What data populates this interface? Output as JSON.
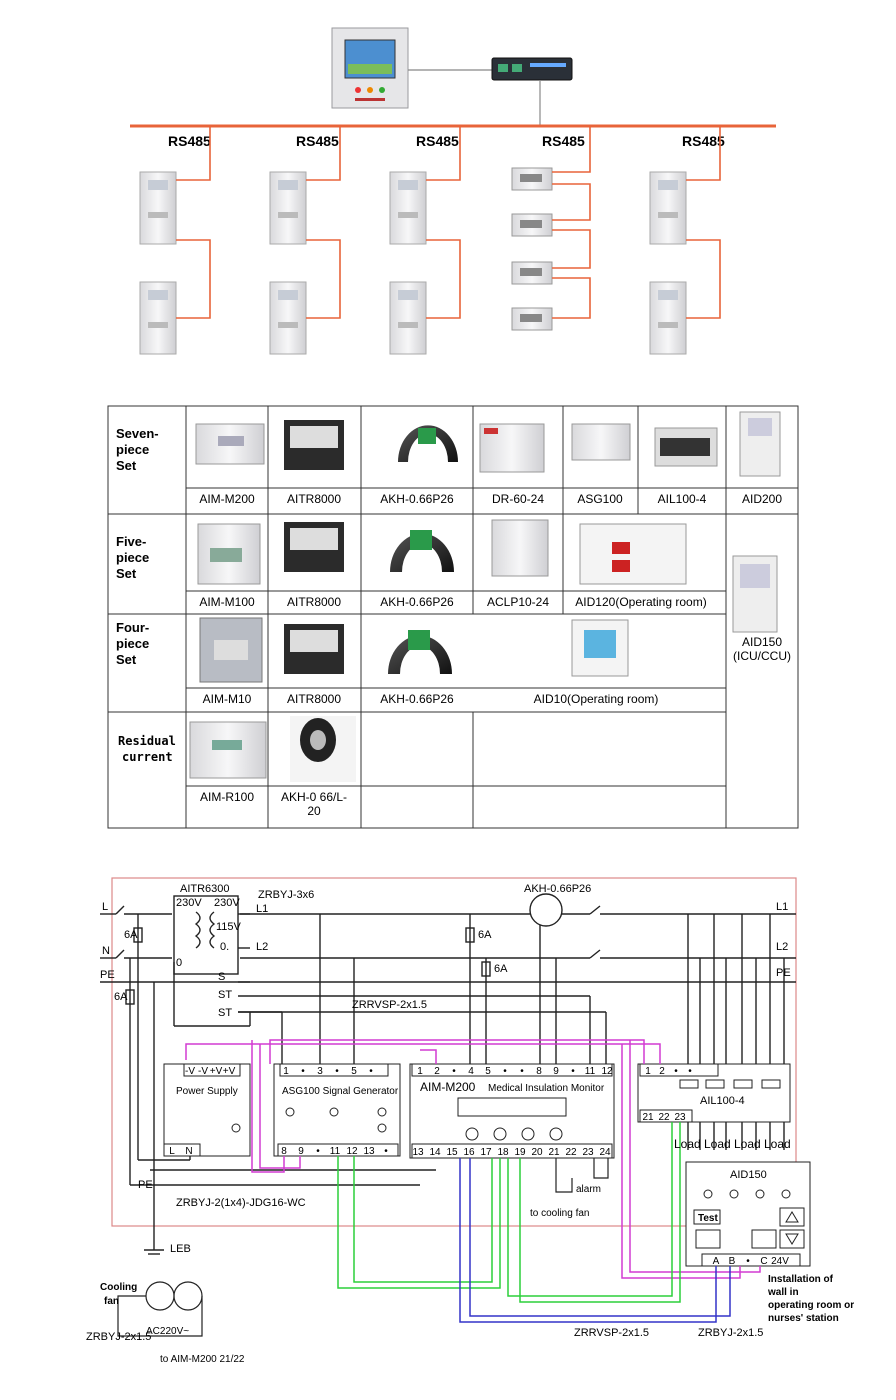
{
  "network": {
    "bus_labels": [
      "RS485",
      "RS485",
      "RS485",
      "RS485",
      "RS485"
    ],
    "colors": {
      "bus": "#e8643a",
      "case": "#e9e9ec",
      "screen": "#4c8fd0"
    }
  },
  "table": {
    "rows": [
      {
        "label": [
          "Seven-",
          "piece",
          "Set"
        ],
        "items": [
          "AIM-M200",
          "AITR8000",
          "AKH-0.66P26",
          "DR-60-24",
          "ASG100",
          "AIL100-4",
          "AID200"
        ]
      },
      {
        "label": [
          "Five-",
          "piece",
          "Set"
        ],
        "items": [
          "AIM-M100",
          "AITR8000",
          "AKH-0.66P26",
          "ACLP10-24",
          "AID120(Operating room)"
        ]
      },
      {
        "label": [
          "Four-",
          "piece",
          "Set"
        ],
        "items": [
          "AIM-M10",
          "AITR8000",
          "AKH-0.66P26",
          "AID10(Operating room)"
        ]
      },
      {
        "label": [
          "Residual",
          "current"
        ],
        "items": [
          "AIM-R100",
          "AKH-0 66/L-",
          "20"
        ]
      }
    ],
    "side_item": [
      "AID150",
      "(ICU/CCU)"
    ]
  },
  "wiring": {
    "lines": {
      "L1": "L1",
      "L2": "L2",
      "PE": "PE",
      "L": "L",
      "N": "N",
      "PE_left": "PE"
    },
    "aitr": {
      "name": "AITR6300",
      "v1": "230V",
      "v2": "230V",
      "v3": "115V",
      "zero_a": "0",
      "zero_b": "0.",
      "l1": "L1",
      "l2": "L2",
      "s": "S",
      "st1": "ST",
      "st2": "ST"
    },
    "fuses": {
      "left1": "6A",
      "left2": "6A",
      "mid1": "6A",
      "mid2": "6A"
    },
    "cables": {
      "c1": "ZRBYJ-3x6",
      "c2": "ZRRVSP-2x1.5",
      "c3": "ZRBYJ-2(1x4)-JDG16-WC",
      "c4": "ZRRVSP-2x1.5",
      "c5": "ZRBYJ-2x1.5",
      "c6": "ZRBYJ-2x1.5"
    },
    "ct_name": "AKH-0.66P26",
    "power_supply": {
      "title": "Power Supply",
      "terms": [
        "-V",
        "-V",
        "+V",
        "+V"
      ],
      "bottom": [
        "L",
        "N"
      ]
    },
    "asg": {
      "title": "ASG100 Signal Generator",
      "top": [
        "1",
        "•",
        "3",
        "•",
        "5",
        "•"
      ],
      "bottom": [
        "8",
        "9",
        "•",
        "11",
        "12",
        "13",
        "•"
      ]
    },
    "aim": {
      "title": "AIM-M200",
      "subtitle": "Medical Insulation Monitor",
      "top": [
        "1",
        "2",
        "•",
        "4",
        "5",
        "•",
        "•",
        "8",
        "9",
        "•",
        "11",
        "12"
      ],
      "bottom": [
        "13",
        "14",
        "15",
        "16",
        "17",
        "18",
        "19",
        "20",
        "21",
        "22",
        "23",
        "24"
      ]
    },
    "ail": {
      "name": "AIL100-4",
      "top": [
        "1",
        "2",
        "•",
        "•"
      ],
      "bottom": [
        "21",
        "22",
        "23"
      ]
    },
    "loads": [
      "Load",
      "Load",
      "Load",
      "Load"
    ],
    "aid": {
      "title": "AID150",
      "test": "Test",
      "terms": [
        "A",
        "B",
        "•",
        "C",
        "24V"
      ]
    },
    "notes": {
      "alarm": "alarm",
      "fan": "to cooling fan",
      "leb": "LEB",
      "cooling": "Cooling",
      "fan2": "fan",
      "ac": "AC220V~",
      "to_aim": "to AIM-M200  21/22"
    },
    "install": [
      "Installation of",
      "wall in",
      "operating room or",
      "nurses' station"
    ]
  }
}
